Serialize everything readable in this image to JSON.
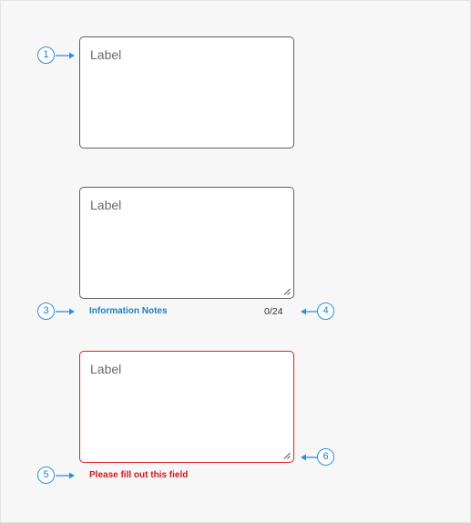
{
  "fields": [
    {
      "placeholder": "Label",
      "state": "default"
    },
    {
      "placeholder": "Label",
      "state": "with-helper"
    },
    {
      "placeholder": "Label",
      "state": "error"
    }
  ],
  "helper": {
    "info_note": "Information Notes",
    "char_counter": "0/24"
  },
  "error": {
    "message": "Please fill out this field"
  },
  "callouts": [
    "1",
    "3",
    "4",
    "5",
    "6"
  ],
  "colors": {
    "callout_blue": "#2d8fe4",
    "info_text": "#1c80c0",
    "error_red": "#e0202c",
    "border_default": "#5f5f5f"
  }
}
